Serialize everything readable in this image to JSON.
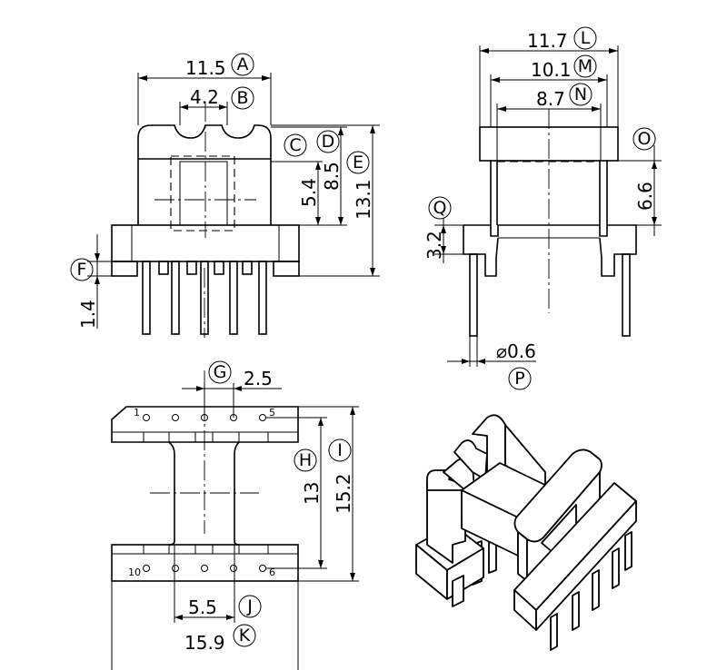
{
  "dimensions": {
    "A": "11.5",
    "B": "4.2",
    "C": "",
    "D": "8.5",
    "E": "13.1",
    "F": "1.4",
    "G": "2.5",
    "H": "13",
    "I": "15.2",
    "J": "5.5",
    "K": "15.9",
    "L": "11.7",
    "M": "10.1",
    "N": "8.7",
    "O": "6.6",
    "P": "⌀0.6",
    "Q": "3.2",
    "slot": "5.4"
  },
  "callouts": [
    "A",
    "B",
    "C",
    "D",
    "E",
    "F",
    "G",
    "H",
    "I",
    "J",
    "K",
    "L",
    "M",
    "N",
    "O",
    "P",
    "Q"
  ],
  "pin_numbers": {
    "top_left": "1",
    "top_right": "5",
    "bottom_left": "10",
    "bottom_right": "6"
  }
}
